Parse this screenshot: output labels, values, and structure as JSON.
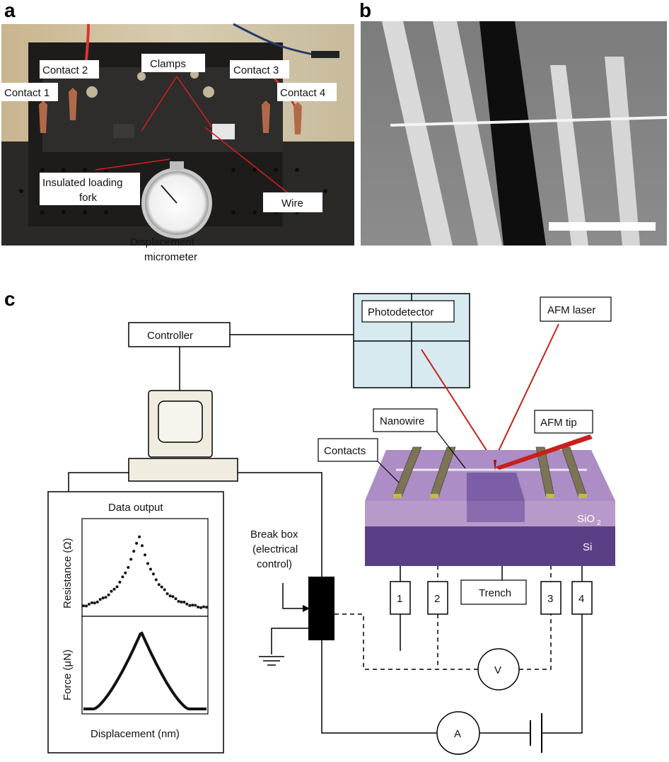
{
  "panels": {
    "a": "a",
    "b": "b",
    "c": "c"
  },
  "photo_a": {
    "labels": {
      "contact1": "Contact 1",
      "contact2": "Contact 2",
      "contact3": "Contact 3",
      "contact4": "Contact 4",
      "clamps": "Clamps",
      "loading_fork_line1": "Insulated loading",
      "loading_fork_line2": "fork",
      "wire": "Wire",
      "micrometer_line1": "Displacement",
      "micrometer_line2": "micrometer"
    }
  },
  "schematic_c": {
    "controller": "Controller",
    "photodetector": "Photodetector",
    "afm_laser": "AFM laser",
    "afm_tip": "AFM tip",
    "nanowire": "Nanowire",
    "contacts": "Contacts",
    "sio2_base": "SiO",
    "sio2_sub": "2",
    "si": "Si",
    "trench": "Trench",
    "break_box_line1": "Break box",
    "break_box_line2": "(electrical",
    "break_box_line3": "control)",
    "terminals": [
      "1",
      "2",
      "3",
      "4"
    ],
    "voltmeter": "V",
    "ammeter": "A",
    "data_output": {
      "title": "Data output",
      "top_ylabel": "Resistance (Ω)",
      "bottom_ylabel": "Force (μN)",
      "xlabel": "Displacement (nm)"
    }
  },
  "colors": {
    "photodetector_fill": "#d6eaf0",
    "sio2": "#b79ac9",
    "si": "#5a3f86",
    "trench": "#8a6bb0",
    "contact_metal": "#7b7456",
    "laser": "#c8201e",
    "scalebar": "#ffffff"
  }
}
